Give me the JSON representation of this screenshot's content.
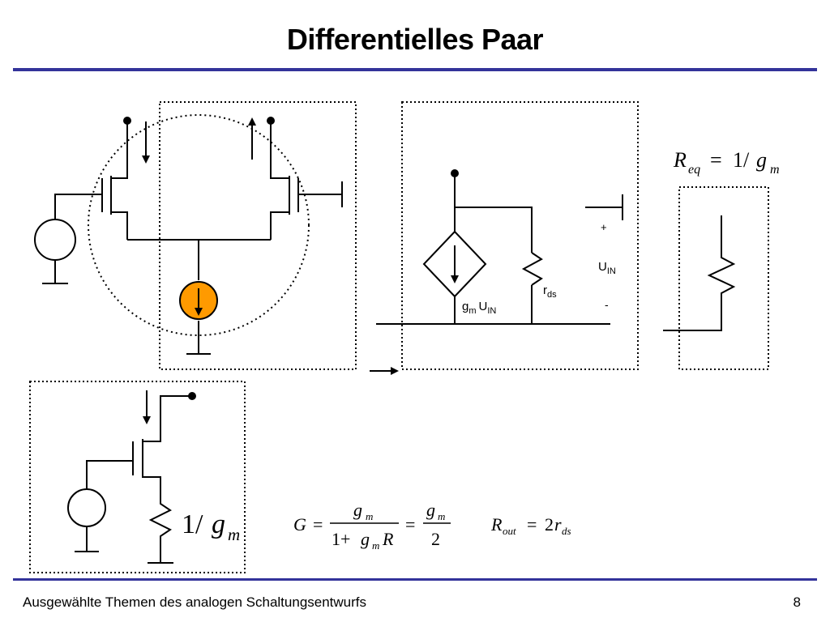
{
  "title": "Differentielles Paar",
  "footer": {
    "left": "Ausgewählte Themen des analogen Schaltungsentwurfs",
    "page": "8"
  },
  "small_signal": {
    "g": "g",
    "m": "m",
    "u": "U",
    "in": "IN",
    "r": "r",
    "ds": "ds",
    "plus": "+",
    "minus": "-"
  },
  "req": {
    "R": "R",
    "eq": "eq",
    "eq_sign": "=",
    "one_over": "1/",
    "g": "g",
    "m": "m"
  },
  "follower": {
    "one_over": "1/",
    "g": "g",
    "m": "m"
  },
  "gain": {
    "G": "G",
    "eq1": "=",
    "num1_g": "g",
    "num1_m": "m",
    "den1_1plus": "1+",
    "den1_g": "g",
    "den1_m": "m",
    "den1_R": "R",
    "eq2": "=",
    "num2_g": "g",
    "num2_m": "m",
    "den2": "2"
  },
  "rout": {
    "R": "R",
    "out": "out",
    "eq_sign": "=",
    "two": "2",
    "r": "r",
    "ds": "ds"
  },
  "colors": {
    "rule": "#33339a",
    "current_source_fill": "#ff9a00"
  }
}
